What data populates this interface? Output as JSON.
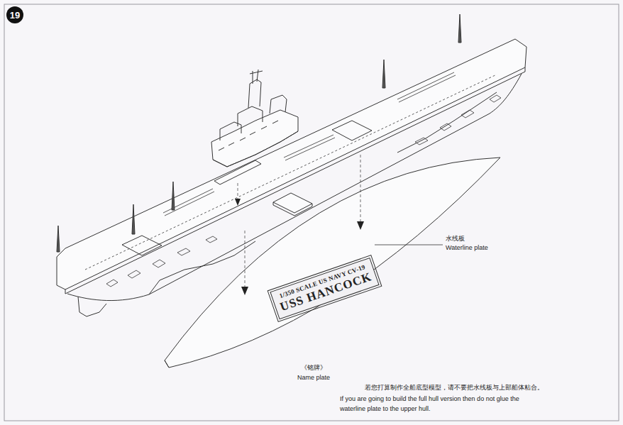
{
  "diagram": {
    "nodes": [
      {
        "text": [
          "19"
        ]
      },
      {
        "text": [
          "1/350 SCALE US NAVY CV-19",
          "USS HANCOCK"
        ]
      }
    ],
    "labels": [
      "水线板",
      "Waterline plate",
      "《铭牌》",
      "Name plate",
      "若您打算制作全船底型模型，请不要把水线板与上部船体粘合。",
      "If you are going to build the full hull version then do not glue the waterline plate to the upper hull."
    ]
  }
}
